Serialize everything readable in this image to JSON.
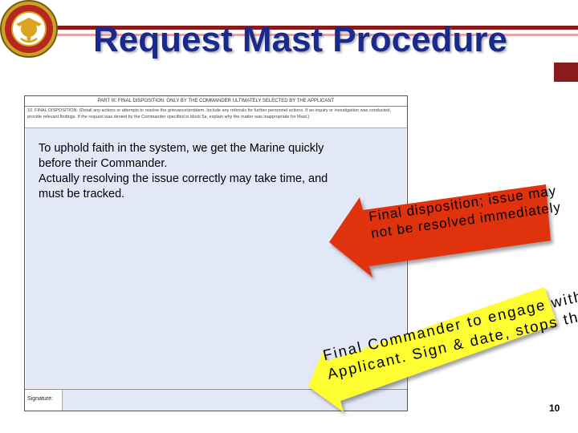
{
  "slide": {
    "title": "Request Mast Procedure",
    "page_number": "10"
  },
  "form": {
    "header": "PART III: FINAL DISPOSITION: ONLY BY THE COMMANDER ULTIMATELY SELECTED BY THE APPLICANT",
    "block10": "10. FINAL DISPOSITION: (Detail any actions or attempts to resolve the grievance/problem. Include any referrals for further personnel actions. If an inquiry or investigation was conducted, provide relevant findings. If the request was denied by the Commander specified in block 5a, explain why the matter was inappropriate for Mast.)",
    "intro_line1": "To uphold faith in the system, we get the Marine quickly",
    "intro_line2": "before their Commander.",
    "intro_line3": "Actually resolving the issue correctly may take time, and",
    "intro_line4": "must be tracked.",
    "signature_label": "Signature:"
  },
  "callouts": {
    "red_line1": "Final disposition; issue may",
    "red_line2": "not be resolved immediately",
    "yellow_line1": "Final Commander to engage with",
    "yellow_line2": "Applicant. Sign & date, stops the clock"
  },
  "colors": {
    "title": "#1a2a8c",
    "form_field": "#e3e8f7",
    "red_arrow": "#e0310f",
    "yellow_arrow": "#fdfd33",
    "maroon_bar": "#8b1a1a",
    "seal_red": "#b5271f",
    "seal_gold": "#d9a521"
  },
  "icons": {
    "seal": "usmc-seal-icon"
  }
}
